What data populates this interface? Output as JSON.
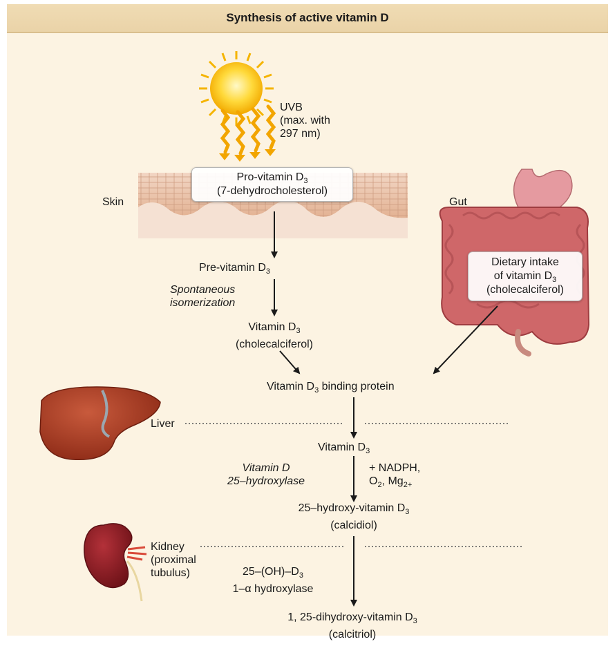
{
  "title": "Synthesis of active vitamin D",
  "uvb": {
    "line1": "UVB",
    "line2": "(max. with",
    "line3": "297 nm)"
  },
  "skin_label": "Skin",
  "gut_label": "Gut",
  "provitamin": {
    "name": "Pro-vitamin D",
    "sub": "3",
    "alt": "(7-dehydrocholesterol)"
  },
  "previtamin": {
    "name": "Pre-vitamin D",
    "sub": "3"
  },
  "isomerization": {
    "line1": "Spontaneous",
    "line2": "isomerization"
  },
  "vitamin_d3": {
    "name": "Vitamin D",
    "sub": "3",
    "alt": "(cholecalciferol)"
  },
  "dietary": {
    "line1": "Dietary intake",
    "line2": "of vitamin D",
    "sub": "3",
    "line3": "(cholecalciferol)"
  },
  "binding_protein": {
    "pre": "Vitamin D",
    "sub": "3",
    "post": " binding protein"
  },
  "liver_label": "Liver",
  "liver_vitamin": {
    "name": "Vitamin D",
    "sub": "3"
  },
  "hydroxylase25": {
    "line1": "Vitamin D",
    "line2": "25–hydroxylase"
  },
  "cofactors": {
    "line1": "+ NADPH,",
    "o": "O",
    "o_sub": "2",
    "mg": ", Mg",
    "mg_sub": "2+"
  },
  "calcidiol": {
    "name": "25–hydroxy-vitamin D",
    "sub": "3",
    "alt": "(calcidiol)"
  },
  "kidney_label": {
    "line1": "Kidney",
    "line2": "(proximal",
    "line3": "tubulus)"
  },
  "hydroxylase1a": {
    "line1": "25–(OH)–D",
    "sub": "3",
    "line2": "1–α hydroxylase"
  },
  "calcitriol": {
    "name": "1, 25-dihydroxy-vitamin D",
    "sub": "3",
    "alt": "(calcitriol)"
  },
  "colors": {
    "header_bg": "#ecd6ab",
    "panel_bg": "#fcf3e2",
    "sun": "#f7b500",
    "skin": "#eac2a8",
    "liver": "#a93a22",
    "kidney": "#8c1d22",
    "gut": "#d06b6b",
    "arrow": "#1a1a1a"
  }
}
